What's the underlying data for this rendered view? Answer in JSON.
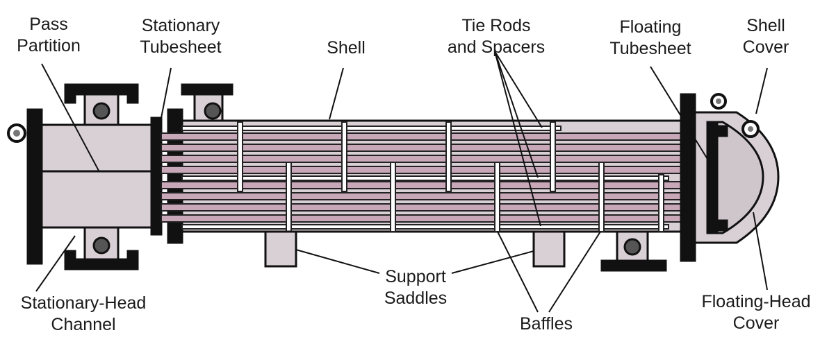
{
  "labels": {
    "pass_partition": [
      "Pass",
      "Partition"
    ],
    "stationary_tubesheet": [
      "Stationary",
      "Tubesheet"
    ],
    "shell": [
      "Shell"
    ],
    "tie_rods": [
      "Tie Rods",
      "and Spacers"
    ],
    "floating_tubesheet": [
      "Floating",
      "Tubesheet"
    ],
    "shell_cover": [
      "Shell",
      "Cover"
    ],
    "stationary_head": [
      "Stationary-Head",
      "Channel"
    ],
    "support_saddles": [
      "Support",
      "Saddles"
    ],
    "baffles": [
      "Baffles"
    ],
    "floating_head": [
      "Floating-Head",
      "Cover"
    ]
  },
  "colors": {
    "part_fill": "#d9d0d5",
    "tube_fill": "#c8a8b8",
    "outline": "#111111",
    "label": "#1a1a1a"
  }
}
